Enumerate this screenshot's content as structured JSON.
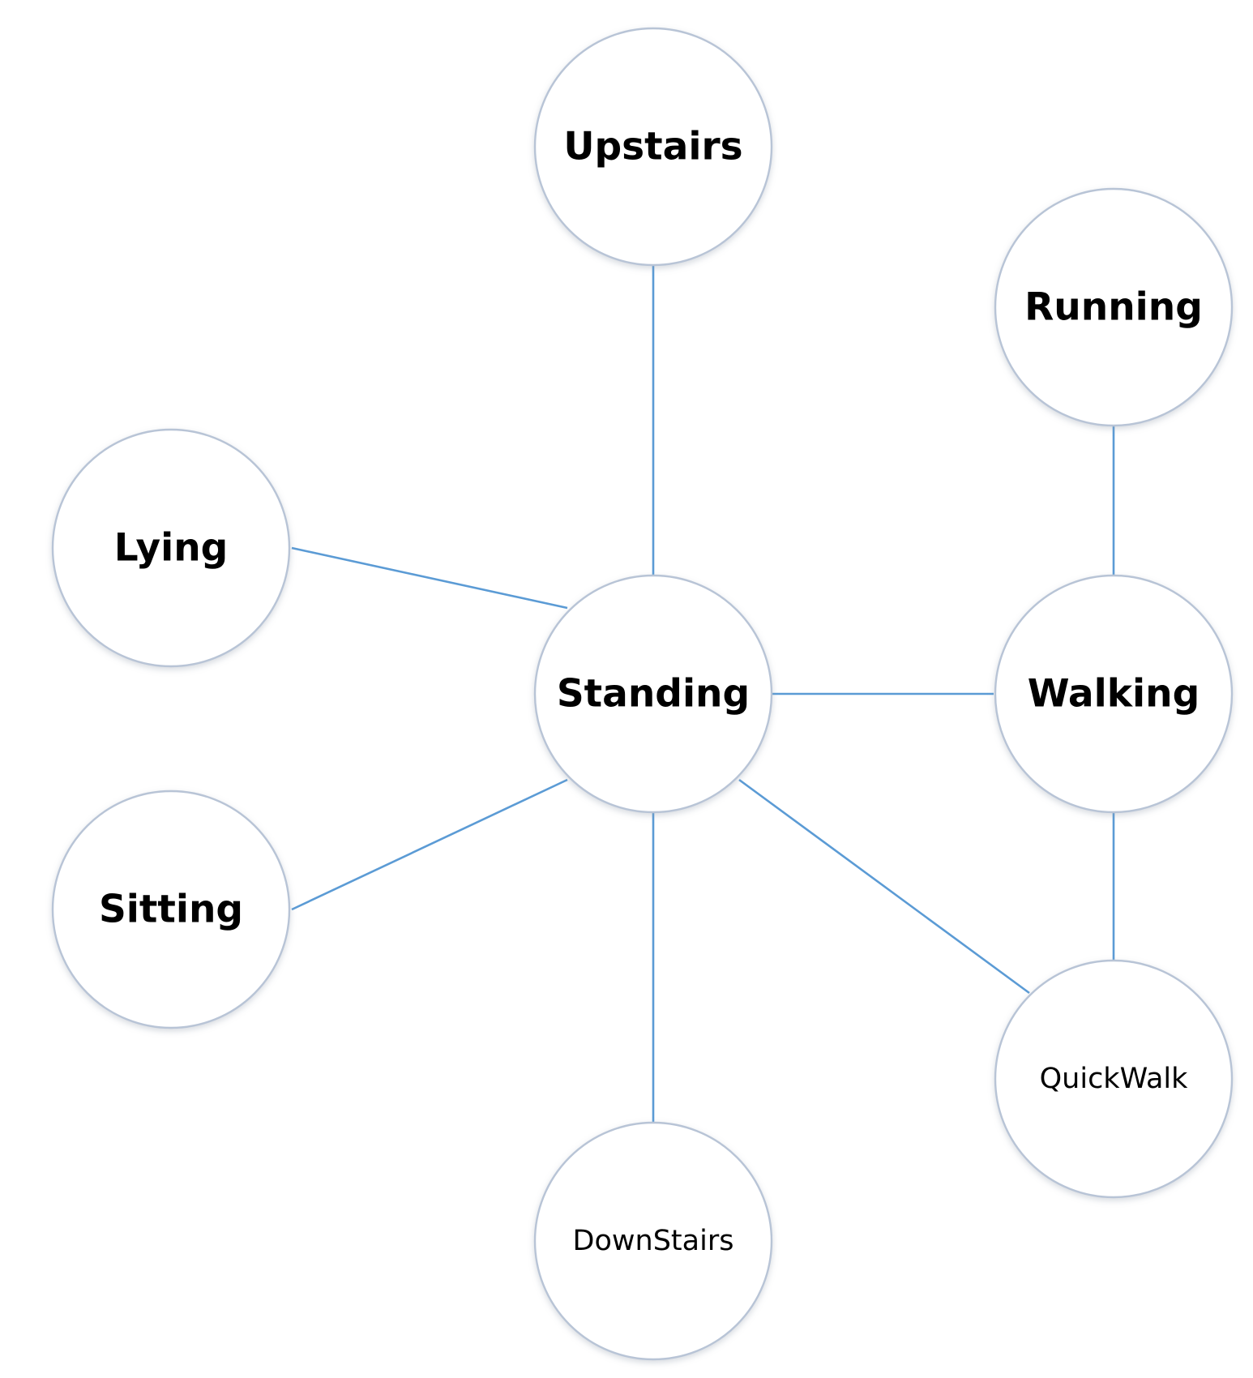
{
  "diagram": {
    "type": "activity-graph",
    "nodes": [
      {
        "id": "upstairs",
        "label": "Upstairs",
        "style": "big"
      },
      {
        "id": "running",
        "label": "Running",
        "style": "big"
      },
      {
        "id": "lying",
        "label": "Lying",
        "style": "big"
      },
      {
        "id": "standing",
        "label": "Standing",
        "style": "big"
      },
      {
        "id": "walking",
        "label": "Walking",
        "style": "big"
      },
      {
        "id": "sitting",
        "label": "Sitting",
        "style": "big"
      },
      {
        "id": "quickwalk",
        "label": "QuickWalk",
        "style": "small"
      },
      {
        "id": "downstairs",
        "label": "DownStairs",
        "style": "small"
      }
    ],
    "edges": [
      [
        "standing",
        "upstairs"
      ],
      [
        "standing",
        "lying"
      ],
      [
        "standing",
        "walking"
      ],
      [
        "standing",
        "sitting"
      ],
      [
        "standing",
        "downstairs"
      ],
      [
        "standing",
        "quickwalk"
      ],
      [
        "walking",
        "running"
      ],
      [
        "walking",
        "quickwalk"
      ]
    ],
    "colors": {
      "edge": "#5b9bd5",
      "node_border": "#b8c4d6",
      "node_fill": "#ffffff",
      "text": "#000000"
    }
  }
}
